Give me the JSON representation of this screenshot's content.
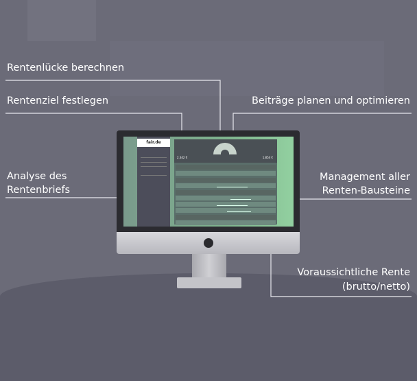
{
  "labels": {
    "gap": "Rentenlücke berechnen",
    "goal": "Rentenziel festlegen",
    "contributions": "Beiträge planen und optimieren",
    "analysis_line1": "Analyse des",
    "analysis_line2": "Rentenbriefs",
    "management_line1": "Management aller",
    "management_line2": "Renten-Bausteine",
    "expected_line1": "Voraussichtliche Rente",
    "expected_line2": "(brutto/netto)"
  },
  "screen": {
    "logo": "fair.de",
    "goal_value": "2.342 €",
    "pension_value": "1.854 €"
  },
  "colors": {
    "background": "#6b6b78",
    "screen_accent": "#7fb48e"
  }
}
